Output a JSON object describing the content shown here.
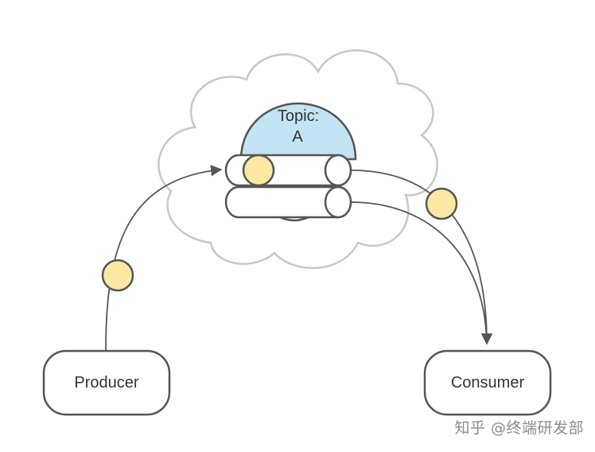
{
  "diagram": {
    "topic_label_line1": "Topic:",
    "topic_label_line2": "A",
    "producer_label": "Producer",
    "consumer_label": "Consumer",
    "watermark": "知乎 @终端研发部"
  },
  "colors": {
    "topic_fill": "#c2e4f5",
    "message_fill": "#fbe9a3",
    "cloud_stroke": "#c8c8c8",
    "outline": "#555555",
    "arrow": "#555555"
  }
}
